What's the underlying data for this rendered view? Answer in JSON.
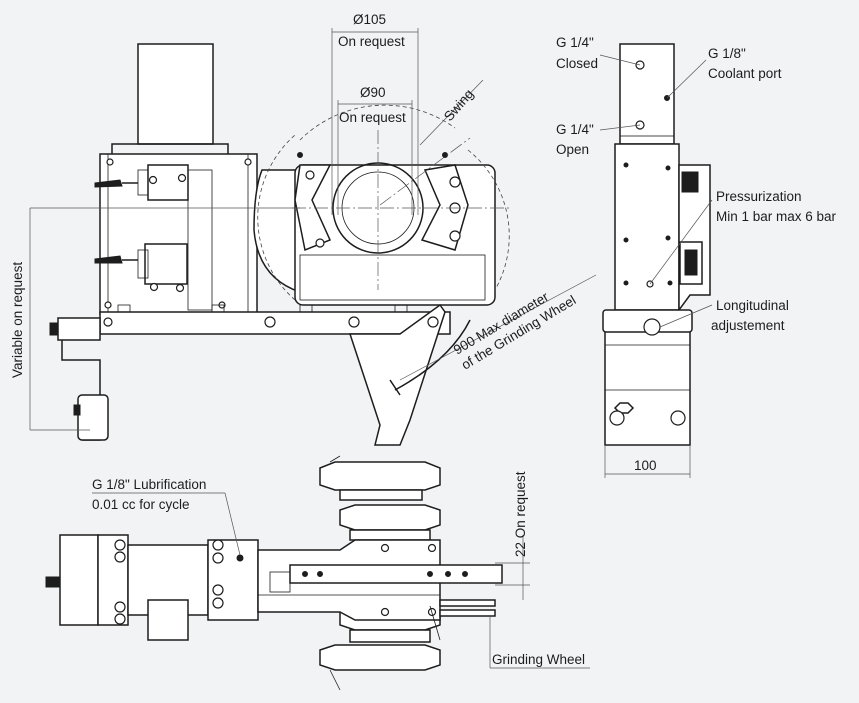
{
  "labels": {
    "dia105": "Ø105",
    "dia105_note": "On request",
    "dia90": "Ø90",
    "dia90_note": "On request",
    "swing": "Swing",
    "variable": "Variable on request",
    "max_diameter_line1": "900 Max diameter",
    "max_diameter_line2": "of the Grinding Wheel",
    "g14_closed_line1": "G 1/4\"",
    "g14_closed_line2": "Closed",
    "g18_coolant_line1": "G 1/8\"",
    "g18_coolant_line2": "Coolant port",
    "g14_open_line1": "G 1/4\"",
    "g14_open_line2": "Open",
    "pressurization_line1": "Pressurization",
    "pressurization_line2": "Min 1 bar max 6 bar",
    "longitudinal_line1": "Longitudinal",
    "longitudinal_line2": "adjustement",
    "dim_100": "100",
    "lubrication_line1": "G 1/8\" Lubrification",
    "lubrication_line2": "0.01 cc for cycle",
    "on_request_22": "22  On request",
    "grinding_wheel": "Grinding Wheel"
  }
}
